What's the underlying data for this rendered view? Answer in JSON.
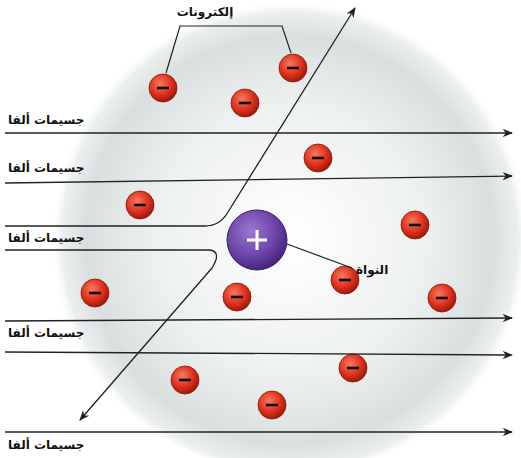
{
  "diagram": {
    "labels": [
      "إلكترونات",
      "جسيمات ألفا",
      "جسيمات ألفا",
      "جسيمات ألفا",
      "جسيمات ألفا",
      "جسيمات ألفا",
      "النواة"
    ]
  }
}
